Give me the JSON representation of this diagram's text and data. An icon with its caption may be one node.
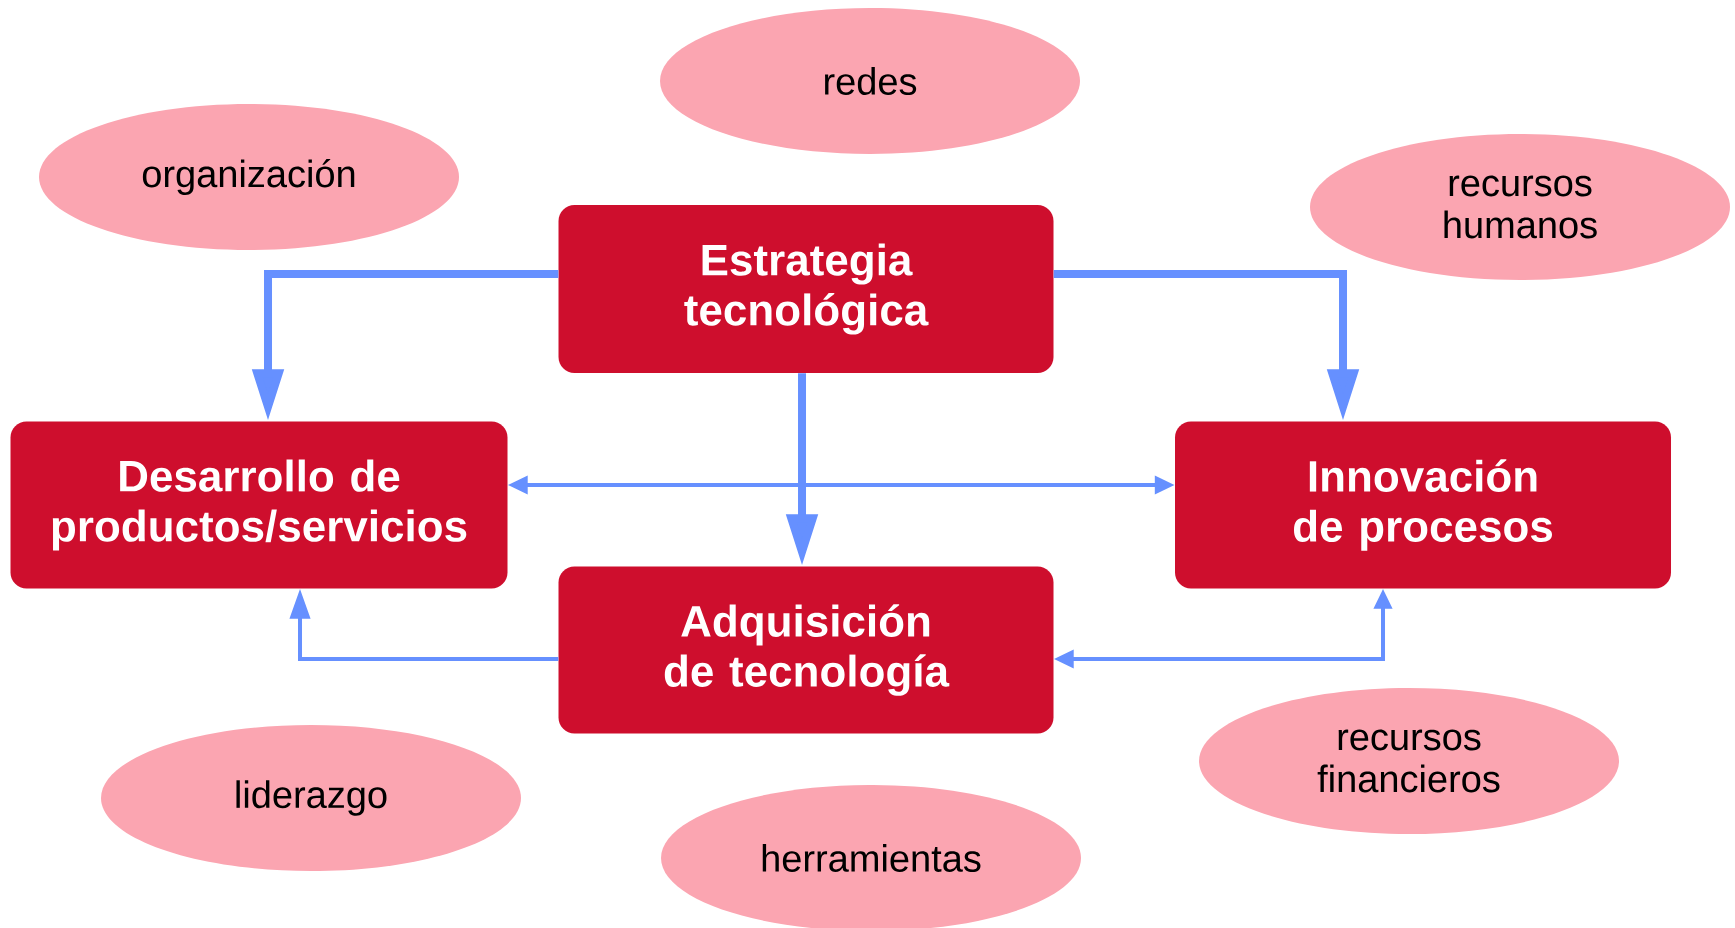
{
  "diagram": {
    "nodes": [
      {
        "text": [
          "redes"
        ]
      },
      {
        "text": [
          "organización"
        ]
      },
      {
        "text": [
          "recursos humanos"
        ]
      },
      {
        "text": [
          "Estrategia tecnológica"
        ]
      },
      {
        "text": [
          "Desarrollo de productos/servicios"
        ]
      },
      {
        "text": [
          "Innovación de procesos"
        ]
      },
      {
        "text": [
          "Adquisición de tecnología"
        ]
      },
      {
        "text": [
          "recursos financieros"
        ]
      },
      {
        "text": [
          "liderazgo"
        ]
      },
      {
        "text": [
          "herramientas"
        ]
      }
    ],
    "edges": [
      {
        "from": 3,
        "to": 4,
        "arrow": "to",
        "style": "thick"
      },
      {
        "from": 3,
        "to": 5,
        "arrow": "to",
        "style": "thick"
      },
      {
        "from": 3,
        "to": 6,
        "arrow": "to",
        "style": "thick"
      },
      {
        "from": 4,
        "to": 5,
        "arrow": "both"
      },
      {
        "from": 6,
        "to": 4,
        "arrow": "to"
      },
      {
        "from": 6,
        "to": 5,
        "arrow": "both"
      }
    ]
  }
}
